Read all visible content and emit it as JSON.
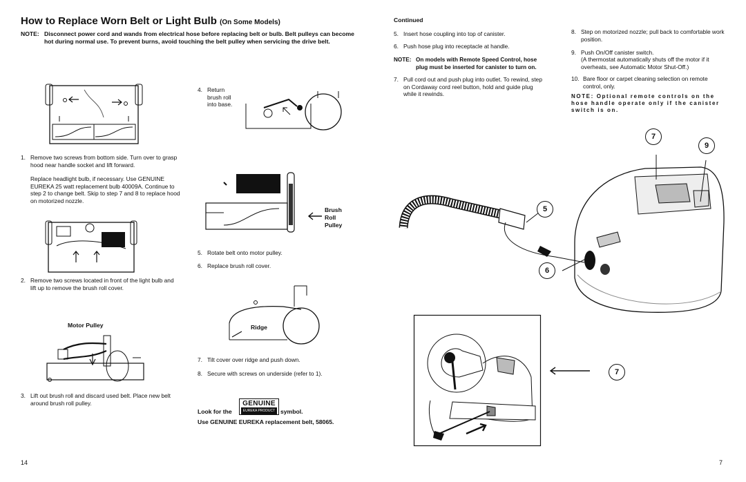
{
  "left": {
    "title": "How to Replace Worn Belt or Light Bulb",
    "title_suffix": "(On Some Models)",
    "note_label": "NOTE:",
    "note_text": "Disconnect power cord and wands from electrical hose before replacing belt or bulb. Belt pulleys can become hot during normal use. To prevent burns, avoid touching the belt pulley when servicing the drive belt.",
    "steps": [
      {
        "num": "1.",
        "text": "Remove two screws from bottom side. Turn over to grasp hood near handle socket and lift forward."
      },
      {
        "num": "2.",
        "text": "Remove two screws located in front of the light bulb and lift up to remove the brush roll cover."
      },
      {
        "num": "3.",
        "text": "Lift out brush roll and discard used belt. Place new belt around brush roll pulley."
      },
      {
        "num": "4.",
        "text": "Return brush roll into base."
      },
      {
        "num": "5.",
        "text": "Rotate belt onto motor pulley."
      },
      {
        "num": "6.",
        "text": "Replace brush roll cover."
      },
      {
        "num": "7.",
        "text": "Tilt cover over ridge and push down."
      },
      {
        "num": "8.",
        "text": "Secure with screws on underside (refer to 1)."
      }
    ],
    "headlight_text": "Replace headlight bulb, if necessary. Use GENUINE EUREKA 25 watt replacement bulb 40009A. Continue to step 2 to change belt. Skip to step 7 and 8 to replace hood on motorized nozzle.",
    "labels": {
      "motor_pulley": "Motor Pulley",
      "brush": "Brush",
      "roll": "Roll",
      "pulley": "Pulley",
      "ridge": "Ridge"
    },
    "look_for": "Look for the",
    "genuine": "GENUINE",
    "eureka_product": "EUREKA PRODUCT",
    "symbol": "symbol.",
    "use_genuine": "Use GENUINE EUREKA replacement belt, 58065.",
    "page_number": "14"
  },
  "right": {
    "continued": "Continued",
    "steps": [
      {
        "num": "5.",
        "text": "Insert hose coupling into top of canister."
      },
      {
        "num": "6.",
        "text": "Push hose plug into receptacle at handle."
      },
      {
        "num": "7.",
        "text": "Pull cord out and push plug into outlet. To rewind, step on Cordaway cord reel button, hold and guide plug while it rewinds."
      },
      {
        "num": "8.",
        "text": "Step on motorized nozzle; pull back to comfortable work position."
      },
      {
        "num": "9.",
        "text": "Push On/Off canister switch."
      },
      {
        "num": "10.",
        "text": "Bare floor or carpet cleaning selection on remote control, only."
      }
    ],
    "thermostat_text": "(A thermostat automatically shuts off the motor if it overheats, see Automatic Motor Shut-Off.)",
    "note1_label": "NOTE:",
    "note1_text": "On models with Remote Speed Control, hose plug must be inserted for canister to turn on.",
    "note2": "NOTE: Optional remote controls on the hose handle operate only if the canister switch is on.",
    "callouts": [
      "7",
      "9",
      "5",
      "6",
      "7"
    ],
    "page_number": "7"
  }
}
